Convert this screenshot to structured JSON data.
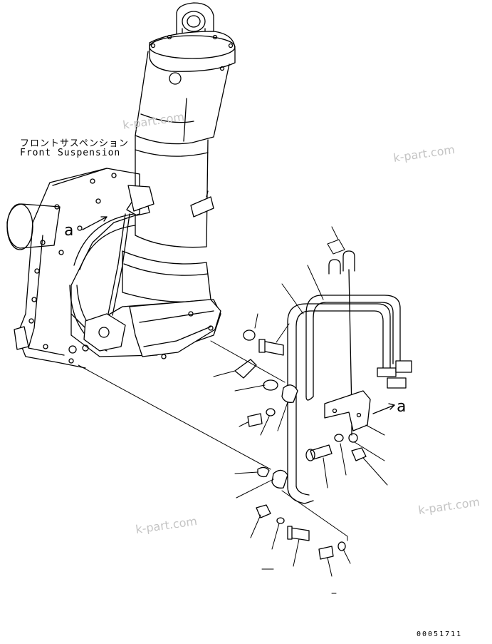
{
  "labels": {
    "component_jp": "フロントサスペンション",
    "component_en": "Front Suspension",
    "view_marker_left": "a",
    "view_marker_right": "a",
    "drawing_number": "00051711"
  },
  "watermarks": [
    "k-part.com",
    "k-part.com",
    "k-part.com",
    "k-part.com"
  ],
  "colors": {
    "line": "#000000",
    "watermark": "#c4c4c4",
    "background": "#ffffff"
  }
}
